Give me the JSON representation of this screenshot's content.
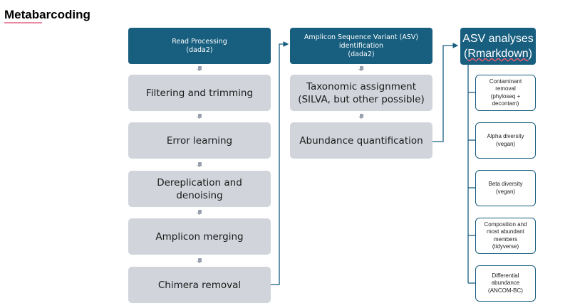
{
  "title": "Metabarcoding",
  "columns": {
    "read_processing": {
      "header": [
        "Read Processing",
        "(dada2)"
      ],
      "steps": [
        [
          "Filtering and trimming"
        ],
        [
          "Error learning"
        ],
        [
          "Dereplication and",
          "denoising"
        ],
        [
          "Amplicon merging"
        ],
        [
          "Chimera removal"
        ]
      ]
    },
    "asv_identification": {
      "header": [
        "Amplicon Sequence Variant (ASV)",
        "identification",
        "(dada2)"
      ],
      "steps": [
        [
          "Taxonomic assignment",
          "(SILVA, but other possible)"
        ],
        [
          "Abundance quantification"
        ]
      ]
    },
    "asv_analyses": {
      "header": [
        "ASV analyses",
        "(Rmarkdown)"
      ],
      "items": [
        [
          "Contaminant",
          "removal",
          "(phyloseq +",
          "decontam)"
        ],
        [
          "Alpha diversity",
          "(vegan)"
        ],
        [
          "Beta diversity",
          "(vegan)"
        ],
        [
          "Composition and",
          "most abundant",
          "members",
          "(tidyverse)"
        ],
        [
          "Differential",
          "abundance",
          "(ANCOM-BC)"
        ]
      ]
    }
  },
  "colors": {
    "header_fill": "#175e7f",
    "step_fill": "#d1d5db",
    "arrow": "#98a1ad",
    "connector": "#175e7f"
  }
}
